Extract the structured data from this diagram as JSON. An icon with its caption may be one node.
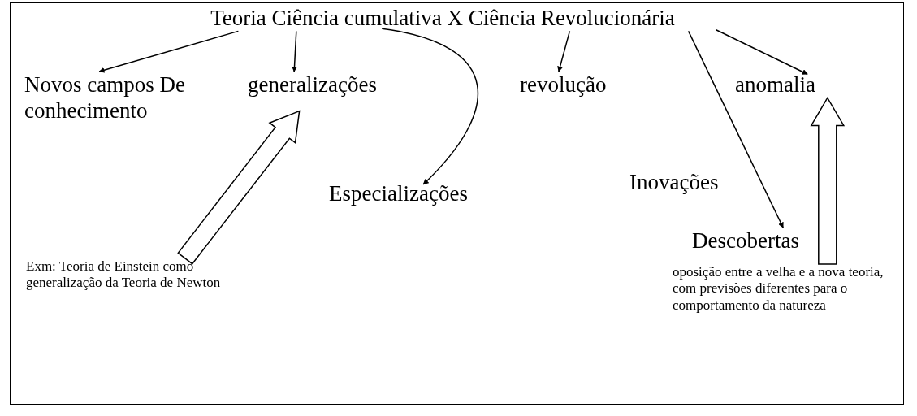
{
  "diagram": {
    "nodes": [
      {
        "text": [
          "Teoria Ciência cumulativa X Ciência Revolucionária"
        ]
      },
      {
        "text": [
          "Novos campos De conhecimento"
        ]
      },
      {
        "text": [
          "generalizações"
        ]
      },
      {
        "text": [
          "Especializações"
        ]
      },
      {
        "text": [
          "revolução"
        ]
      },
      {
        "text": [
          "anomalia"
        ]
      },
      {
        "text": [
          "Descobertas"
        ]
      },
      {
        "text": [
          "Exm: Teoria de Einstein como generalização da Teoria de Newton"
        ]
      },
      {
        "text": [
          "oposição entre a velha e a nova teoria, com previsões diferentes para o comportamento da natureza"
        ]
      }
    ],
    "edges": [
      {
        "from": 0,
        "to": 1,
        "arrow": "to"
      },
      {
        "from": 0,
        "to": 2,
        "arrow": "to"
      },
      {
        "from": 0,
        "to": 3,
        "arrow": "to"
      },
      {
        "from": 0,
        "to": 4,
        "arrow": "to"
      },
      {
        "from": 0,
        "to": 5,
        "arrow": "to"
      },
      {
        "from": 0,
        "to": 6,
        "arrow": "to"
      },
      {
        "from": 7,
        "to": 2,
        "arrow": "to",
        "style": "thick"
      },
      {
        "from": 8,
        "to": 5,
        "arrow": "to",
        "style": "thick"
      }
    ],
    "labels": [
      "Inovações"
    ]
  }
}
